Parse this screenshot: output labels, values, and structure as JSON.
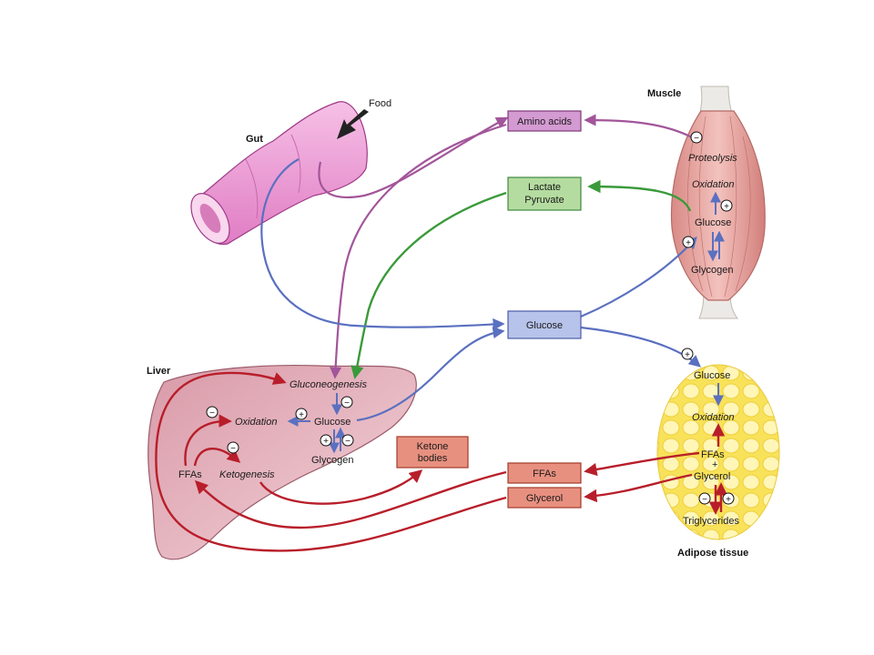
{
  "organs": {
    "gut": "Gut",
    "food": "Food",
    "muscle": "Muscle",
    "liver": "Liver",
    "adipose": "Adipose tissue"
  },
  "boxes": {
    "amino_acids": "Amino acids",
    "lactate": "Lactate",
    "pyruvate": "Pyruvate",
    "glucose": "Glucose",
    "ketone_1": "Ketone",
    "ketone_2": "bodies",
    "ffas": "FFAs",
    "glycerol": "Glycerol"
  },
  "muscle": {
    "proteolysis": "Proteolysis",
    "oxidation": "Oxidation",
    "glucose": "Glucose",
    "glycogen": "Glycogen"
  },
  "liver": {
    "gluconeogenesis": "Gluconeogenesis",
    "oxidation": "Oxidation",
    "glucose": "Glucose",
    "glycogen": "Glycogen",
    "ffas": "FFAs",
    "ketogenesis": "Ketogenesis"
  },
  "adipose": {
    "glucose": "Glucose",
    "oxidation": "Oxidation",
    "ffas": "FFAs",
    "plus": "+",
    "glycerol": "Glycerol",
    "triglycerides": "Triglycerides"
  },
  "signs": {
    "plus": "+",
    "minus": "−"
  },
  "colors": {
    "amino": "#a2559a",
    "lactate": "#3a9a3a",
    "glucose": "#5a70c0",
    "fat": "#b81e2a",
    "amino_box": "#d49ad2",
    "lactate_box": "#b5dca0",
    "glucose_box": "#b7c3ea",
    "fat_box": "#e89080"
  }
}
